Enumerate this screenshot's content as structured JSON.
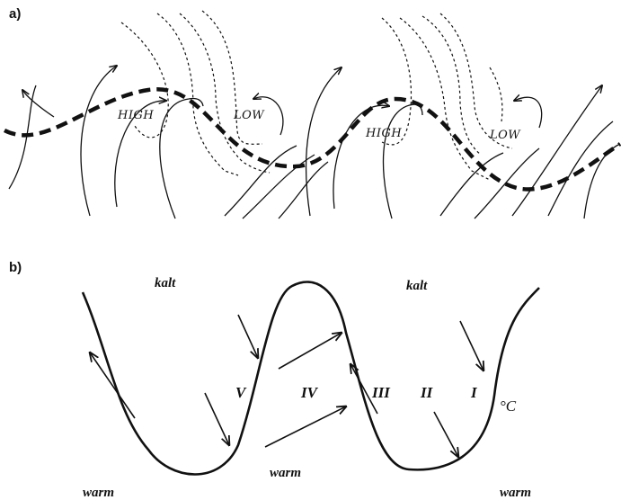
{
  "panel_a": {
    "label": "a)",
    "high_labels": [
      "HIGH",
      "HIGH"
    ],
    "low_labels": [
      "LOW",
      "LOW"
    ]
  },
  "panel_b": {
    "label": "b)",
    "cold_labels": [
      "kalt",
      "kalt"
    ],
    "warm_labels": [
      "warm",
      "warm",
      "warm"
    ],
    "stage_numerals": [
      "V",
      "IV",
      "III",
      "II",
      "I"
    ],
    "unit_label": "°C"
  }
}
